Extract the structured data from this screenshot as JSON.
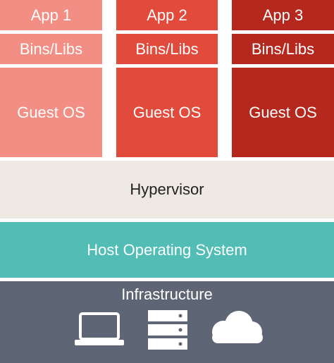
{
  "columns": [
    {
      "app": "App 1",
      "libs": "Bins/Libs",
      "os": "Guest OS"
    },
    {
      "app": "App 2",
      "libs": "Bins/Libs",
      "os": "Guest OS"
    },
    {
      "app": "App 3",
      "libs": "Bins/Libs",
      "os": "Guest OS"
    }
  ],
  "hypervisor": "Hypervisor",
  "host_os": "Host Operating System",
  "infrastructure": {
    "label": "Infrastructure",
    "icons": [
      "laptop-icon",
      "server-icon",
      "cloud-icon"
    ]
  },
  "colors": {
    "column1": "#f28e83",
    "column2": "#e24a3b",
    "column3": "#b5281e",
    "hypervisor": "#efe9e4",
    "host_os": "#51bdb5",
    "infrastructure": "#5e6574"
  }
}
